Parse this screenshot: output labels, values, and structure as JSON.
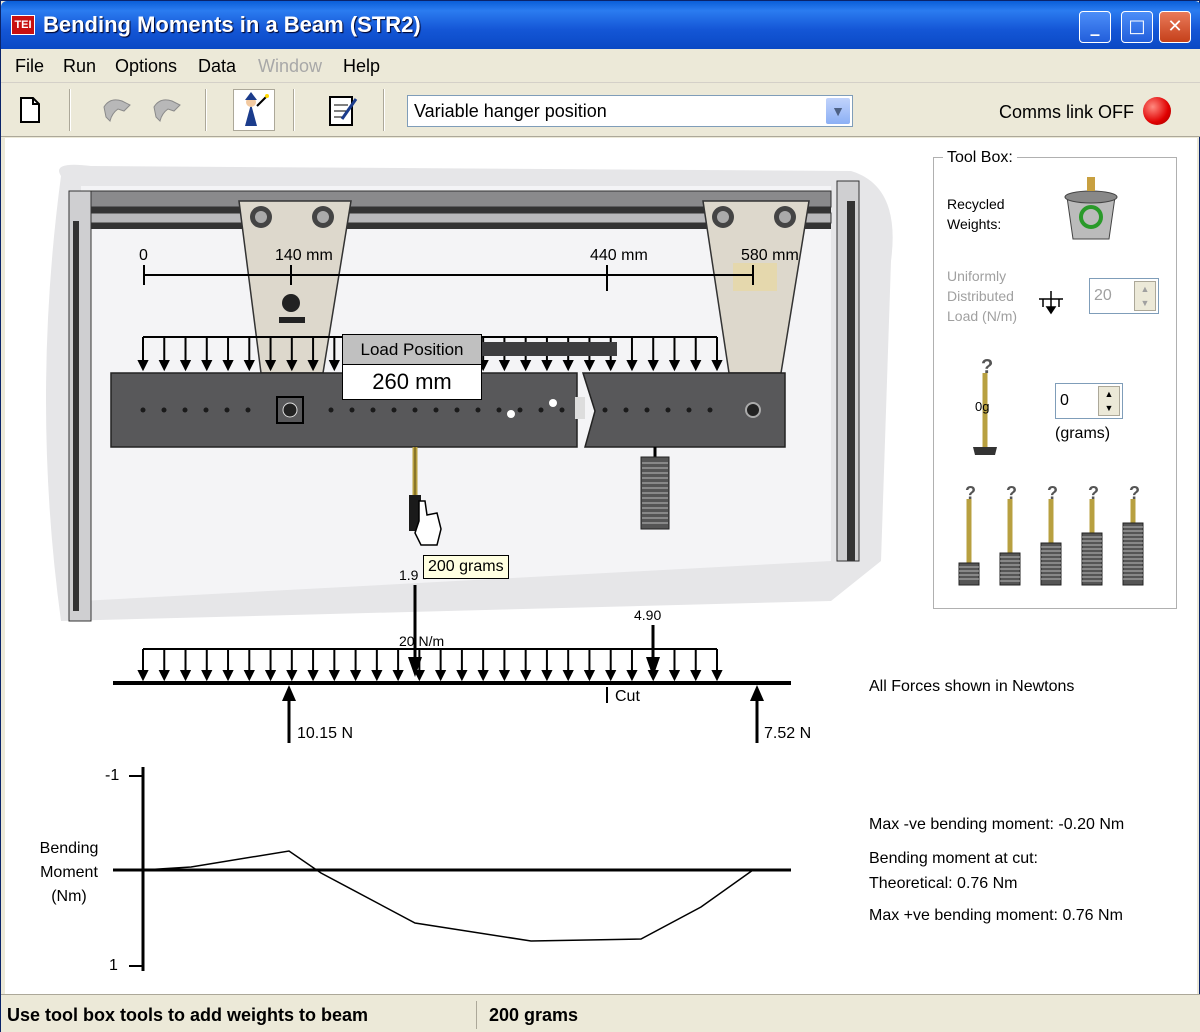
{
  "window": {
    "title": "Bending Moments in a Beam (STR2)",
    "app_badge": "TEI"
  },
  "menu": [
    "File",
    "Run",
    "Options",
    "Data",
    "Window",
    "Help"
  ],
  "toolbar": {
    "mode_value": "Variable hanger position",
    "comms_label": "Comms link OFF",
    "comms_color": "#e00000"
  },
  "apparatus": {
    "scale_labels": [
      "0",
      "140 mm",
      "440 mm",
      "580 mm"
    ],
    "load_position_title": "Load Position",
    "load_position_value": "260 mm",
    "tooltip": "200 grams",
    "partial_label": "1.9"
  },
  "fbd": {
    "udl_label": "20 N/m",
    "point_load_label": "4.90",
    "cut_label": "Cut",
    "left_reaction": "10.15 N",
    "right_reaction": "7.52 N",
    "units_note": "All Forces shown in Newtons"
  },
  "moment_plot": {
    "y_axis_label_lines": [
      "Bending",
      "Moment",
      "(Nm)"
    ],
    "tick_top": "-1",
    "tick_bottom": "1",
    "max_neg": "Max -ve bending moment: -0.20 Nm",
    "at_cut_title": "Bending moment at cut:",
    "theoretical": "Theoretical: 0.76 Nm",
    "max_pos": "Max +ve bending moment: 0.76 Nm"
  },
  "toolbox": {
    "title": "Tool Box:",
    "recycled_label_1": "Recycled",
    "recycled_label_2": "Weights:",
    "udl_label_1": "Uniformly",
    "udl_label_2": "Distributed",
    "udl_label_3": "Load (N/m)",
    "udl_value": "20",
    "hanger_mass_label": "0g",
    "grams_value": "0",
    "grams_unit": "(grams)"
  },
  "status": {
    "left": "Use tool box tools to add weights to beam",
    "right": "200 grams"
  },
  "colors": {
    "beam": "#58585a",
    "frame": "#333333",
    "title_bar": "#1456d6"
  }
}
